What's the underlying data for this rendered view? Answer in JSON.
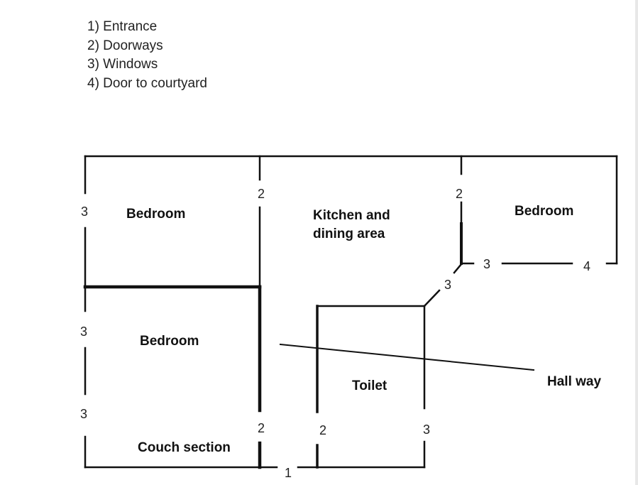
{
  "legend": [
    "1) Entrance",
    "2) Doorways",
    "3) Windows",
    "4) Door to courtyard"
  ],
  "rooms": {
    "bedroom_top_left": "Bedroom",
    "kitchen_line1": "Kitchen and",
    "kitchen_line2": "dining area",
    "bedroom_right": "Bedroom",
    "bedroom_mid_left": "Bedroom",
    "toilet": "Toilet",
    "couch": "Couch section",
    "hallway": "Hall way"
  },
  "markers": {
    "entrance": "1",
    "doorway": "2",
    "window": "3",
    "courtyard_door": "4"
  }
}
